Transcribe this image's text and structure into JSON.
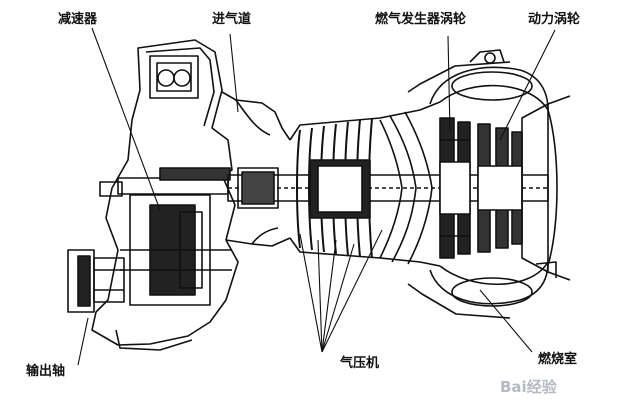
{
  "labels": {
    "reducer": "减速器",
    "inlet": "进气道",
    "gas_generator_turbine": "燃气发生器涡轮",
    "power_turbine": "动力涡轮",
    "output_shaft": "输出轴",
    "compressor": "气压机",
    "combustor": "燃烧室"
  },
  "watermark": "Bai经验",
  "colors": {
    "ink": "#111111",
    "background": "#ffffff"
  }
}
